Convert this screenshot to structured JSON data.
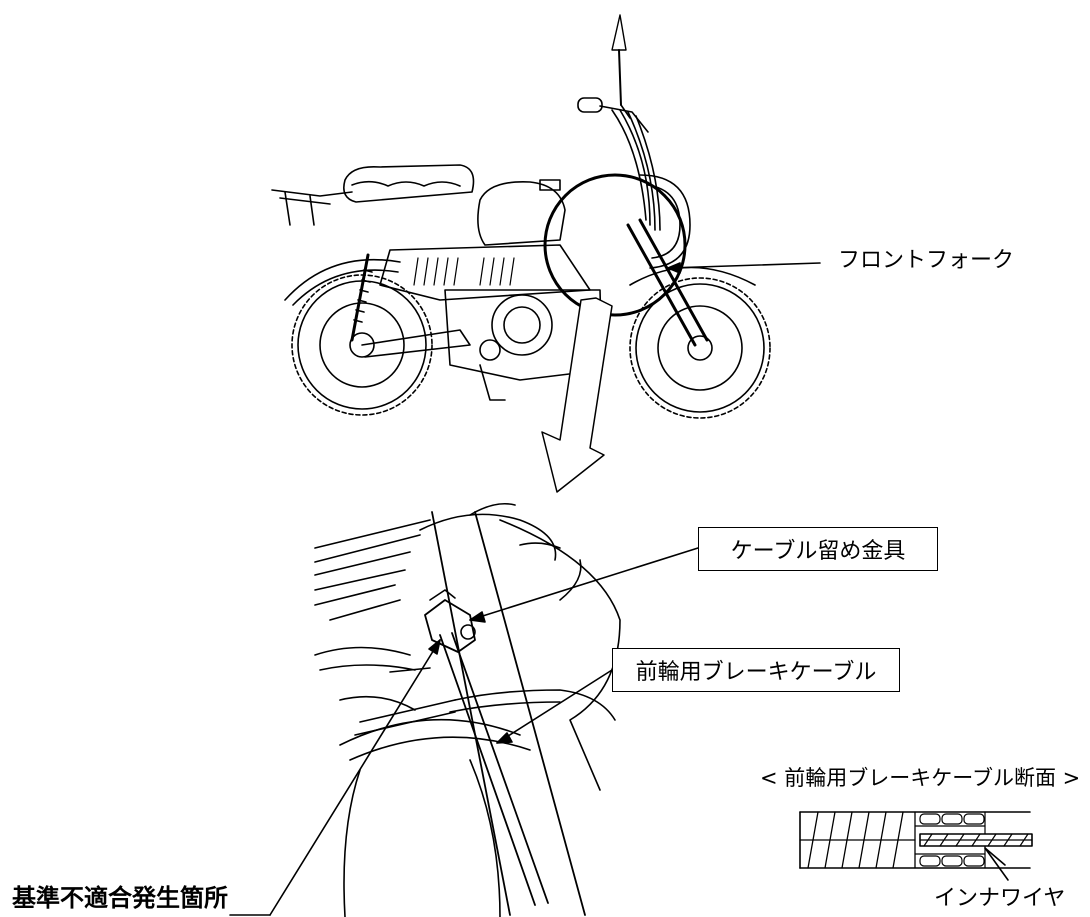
{
  "labels": {
    "front_fork": "フロントフォーク",
    "cable_clamp": "ケーブル留め金具",
    "front_brake_cable": "前輪用ブレーキケーブル",
    "cross_section_title": "< 前輪用ブレーキケーブル断面 >",
    "inner_wire": "インナワイヤ",
    "nonconformity_location": "基準不適合発生箇所"
  }
}
